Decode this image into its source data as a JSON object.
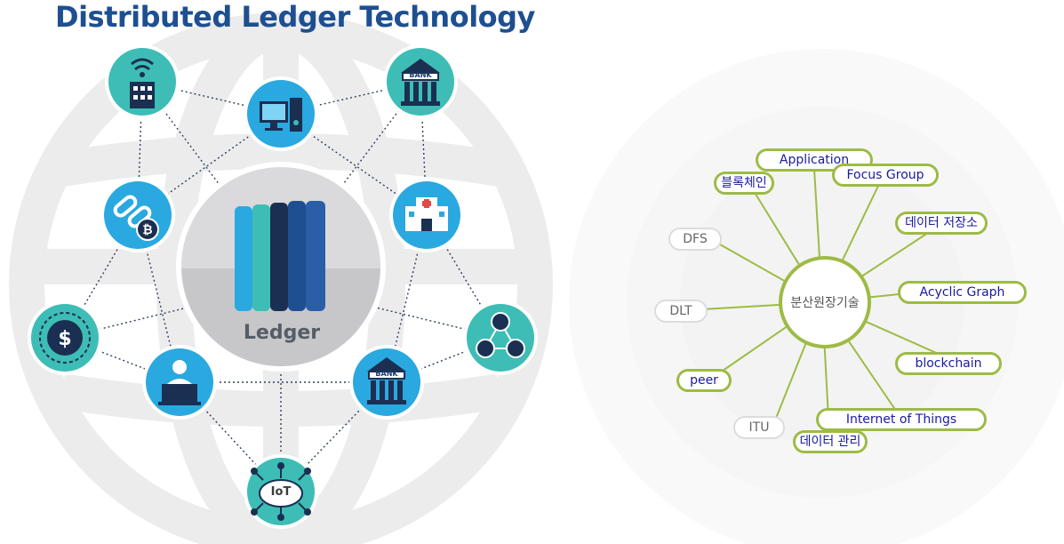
{
  "left_infographic": {
    "title": "Distributed Ledger Technology",
    "center_label": "Ledger",
    "nodes": [
      {
        "id": "smart-building",
        "icon": "smart-building-wifi-icon"
      },
      {
        "id": "computer",
        "icon": "desktop-computer-icon"
      },
      {
        "id": "bank-top",
        "icon": "bank-icon",
        "label": "BANK"
      },
      {
        "id": "bitcoin",
        "icon": "bitcoin-chain-link-icon"
      },
      {
        "id": "hospital",
        "icon": "hospital-icon"
      },
      {
        "id": "dollar",
        "icon": "dollar-cycle-icon"
      },
      {
        "id": "network-people",
        "icon": "people-network-icon"
      },
      {
        "id": "laptop-user",
        "icon": "laptop-user-icon"
      },
      {
        "id": "bank-bottom",
        "icon": "bank-icon",
        "label": "BANK"
      },
      {
        "id": "iot",
        "icon": "iot-cloud-icon",
        "label": "IoT"
      }
    ]
  },
  "mind_map": {
    "center": "분산원장기술",
    "terms": [
      {
        "id": "application",
        "text": "Application",
        "style": "green"
      },
      {
        "id": "blockchain-ko",
        "text": "블록체인",
        "style": "green"
      },
      {
        "id": "focus-group",
        "text": "Focus Group",
        "style": "green"
      },
      {
        "id": "data-storage",
        "text": "데이터 저장소",
        "style": "green"
      },
      {
        "id": "dfs",
        "text": "DFS",
        "style": "grey"
      },
      {
        "id": "acyclic-graph",
        "text": "Acyclic Graph",
        "style": "green"
      },
      {
        "id": "dlt",
        "text": "DLT",
        "style": "grey"
      },
      {
        "id": "blockchain-en",
        "text": "blockchain",
        "style": "green"
      },
      {
        "id": "peer",
        "text": "peer",
        "style": "green"
      },
      {
        "id": "iot-term",
        "text": "Internet of Things",
        "style": "green"
      },
      {
        "id": "itu",
        "text": "ITU",
        "style": "grey"
      },
      {
        "id": "data-management",
        "text": "데이터 관리",
        "style": "green"
      }
    ]
  },
  "colors": {
    "title": "#1d4f91",
    "node_teal": "#3dbdb5",
    "node_blue": "#2aa8e0",
    "mindmap_green": "#9dbb45",
    "term_text": "#1a1aa0"
  }
}
